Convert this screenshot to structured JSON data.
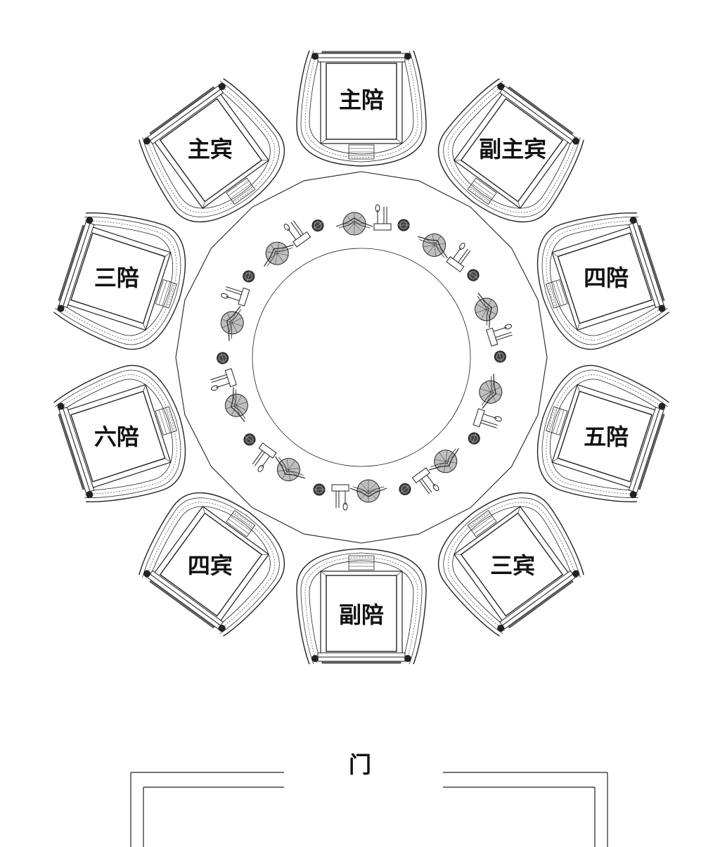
{
  "seats": [
    {
      "id": "zhu-pei",
      "label": "主陪"
    },
    {
      "id": "fu-zhu-bin",
      "label": "副主宾"
    },
    {
      "id": "si-pei",
      "label": "四陪"
    },
    {
      "id": "wu-pei",
      "label": "五陪"
    },
    {
      "id": "san-bin",
      "label": "三宾"
    },
    {
      "id": "fu-pei",
      "label": "副陪"
    },
    {
      "id": "si-bin",
      "label": "四宾"
    },
    {
      "id": "liu-pei",
      "label": "六陪"
    },
    {
      "id": "san-pei",
      "label": "三陪"
    },
    {
      "id": "zhu-bin",
      "label": "主宾"
    }
  ],
  "door": {
    "label": "门"
  },
  "place_settings_count": 10
}
